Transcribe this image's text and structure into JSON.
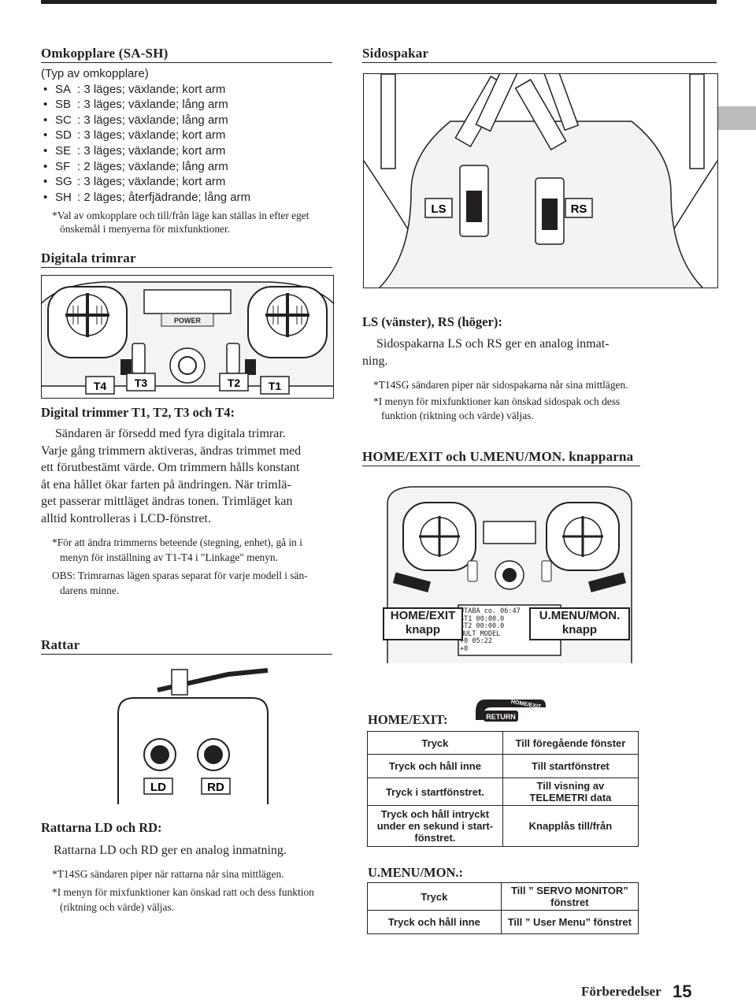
{
  "switches": {
    "heading": "Omkopplare (SA-SH)",
    "intro": "(Typ av omkopplare)",
    "items": [
      {
        "code": "SA",
        "desc": ": 3 läges; växlande; kort arm"
      },
      {
        "code": "SB",
        "desc": ": 3 läges; växlande; lång arm"
      },
      {
        "code": "SC",
        "desc": ": 3 läges; växlande; lång arm"
      },
      {
        "code": "SD",
        "desc": ": 3 läges; växlande; kort arm"
      },
      {
        "code": "SE",
        "desc": ": 3 läges; växlande; kort arm"
      },
      {
        "code": "SF",
        "desc": ": 2 läges; växlande; lång arm"
      },
      {
        "code": "SG",
        "desc": ": 3 läges; växlande; kort arm"
      },
      {
        "code": "SH",
        "desc": ": 2 läges; återfjädrande; lång arm"
      }
    ],
    "note_line1": "*Val av omkopplare och till/från läge kan ställas in efter eget",
    "note_line2": "önskemål i menyerna för mixfunktioner."
  },
  "trims": {
    "heading": "Digitala trimrar",
    "labels": {
      "t4": "T4",
      "t3": "T3",
      "t2": "T2",
      "t1": "T1",
      "power": "POWER"
    },
    "subheading": "Digital trimmer T1, T2, T3 och T4:",
    "body": [
      "Sändaren är försedd med fyra digitala trimrar.",
      "Varje gång trimmern aktiveras, ändras trimmet med",
      "ett förutbestämt värde. Om trimmern hålls konstant",
      "åt ena hållet ökar farten på ändringen. När trimlä-",
      "get passerar mittläget ändras tonen. Trimläget kan",
      "alltid kontrolleras i LCD-fönstret."
    ],
    "note1": [
      "*För att ändra trimmerns beteende (stegning, enhet), gå in i",
      "menyn för inställning av T1-T4 i \"Linkage\" menyn."
    ],
    "note2": [
      "OBS: Trimrarnas lägen sparas separat för varje modell i sän-",
      "darens minne."
    ]
  },
  "knobs": {
    "heading": "Rattar",
    "labels": {
      "ld": "LD",
      "rd": "RD"
    },
    "subheading": "Rattarna LD och RD:",
    "body": "Rattarna LD och RD ger en analog inmatning.",
    "note1": "*T14SG sändaren piper när rattarna når sina mittlägen.",
    "note2": [
      "*I menyn för mixfunktioner kan önskad ratt och dess funktion",
      "(riktning och värde) väljas."
    ]
  },
  "levers": {
    "heading": "Sidospakar",
    "labels": {
      "ls": "LS",
      "rs": "RS"
    },
    "subheading": "LS (vänster), RS (höger):",
    "body": [
      "Sidospakarna LS och RS ger en analog inmat-",
      "ning."
    ],
    "note1": "*T14SG sändaren piper när sidospakarna når sina mittlägen.",
    "note2": [
      "*I menyn för mixfunktioner kan önskad sidospak och dess",
      "funktion (riktning och värde) väljas."
    ]
  },
  "buttons": {
    "heading": "HOME/EXIT och U.MENU/MON. knapparna",
    "callout_home": [
      "HOME/EXIT",
      "knapp"
    ],
    "callout_menu": [
      "U.MENU/MON.",
      "knapp"
    ],
    "lcd": [
      "UTABA co.  06:47",
      "ST1  00:00.0",
      "ST2  00:00.0",
      "MULT  MODEL",
      "+0      05:22",
      "+0"
    ],
    "home_label": "HOME/EXIT:",
    "icon_top": "HOME/EXIT",
    "icon_bottom": "RETURN",
    "home_table": [
      [
        "Tryck",
        "Till föregående fönster"
      ],
      [
        "Tryck och håll inne",
        "Till startfönstret"
      ],
      [
        "Tryck i startfönstret.",
        "Till visning av TELEMETRI data"
      ],
      [
        "Tryck och håll intryckt under en sekund i start- fönstret.",
        "Knapplås till/från"
      ]
    ],
    "menu_label": "U.MENU/MON.:",
    "menu_table": [
      [
        "Tryck",
        "Till ” SERVO MONITOR” fönstret"
      ],
      [
        "Tryck och håll inne",
        "Till ” User Menu” fönstret"
      ]
    ]
  },
  "footer": {
    "section": "Förberedelser",
    "page": "15"
  }
}
